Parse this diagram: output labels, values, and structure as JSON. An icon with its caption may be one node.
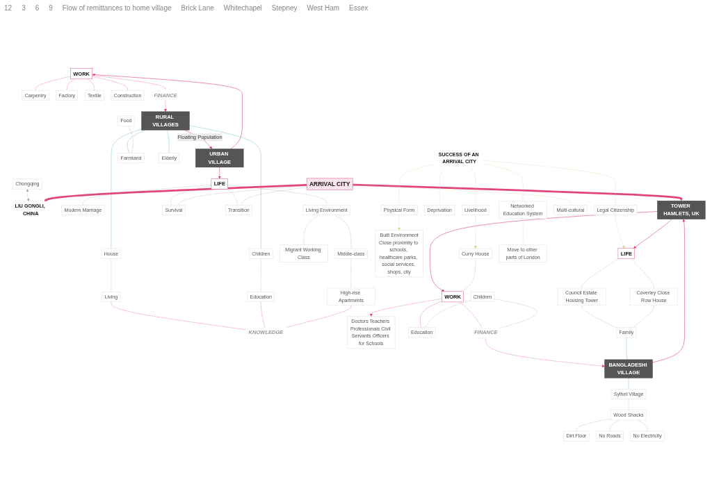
{
  "diagram": {
    "nodes": [
      {
        "text": [
          "WORK"
        ]
      },
      {
        "text": [
          "Carpentry"
        ]
      },
      {
        "text": [
          "Factory"
        ]
      },
      {
        "text": [
          "Textile"
        ]
      },
      {
        "text": [
          "Construction"
        ]
      },
      {
        "text": [
          "LIU GONGLI, CHINA"
        ]
      },
      {
        "text": [
          "Chongqing"
        ]
      },
      {
        "text": [
          "URBAN VILLAGE"
        ]
      },
      {
        "text": [
          "RURAL VILLAGES"
        ]
      },
      {
        "text": [
          "LIFE"
        ]
      },
      {
        "text": [
          "FINANCE"
        ]
      },
      {
        "text": [
          "KNOWLEDGE"
        ]
      },
      {
        "text": [
          "Food"
        ]
      },
      {
        "text": [
          "Farmland"
        ]
      },
      {
        "text": [
          "Elderly"
        ]
      },
      {
        "text": [
          "Children"
        ]
      },
      {
        "text": [
          "Education"
        ]
      },
      {
        "text": [
          "House"
        ]
      },
      {
        "text": [
          "Living"
        ]
      },
      {
        "text": [
          "Migrant Working Class"
        ]
      },
      {
        "text": [
          "Middle-class"
        ]
      },
      {
        "text": [
          "High-rise Apartments"
        ]
      },
      {
        "text": [
          "Modern Marriage"
        ]
      },
      {
        "text": [
          "Living Environment"
        ]
      },
      {
        "text": [
          "ARRIVAL CITY"
        ]
      },
      {
        "text": [
          "Survival"
        ]
      },
      {
        "text": [
          "Transition"
        ]
      },
      {
        "text": [
          "SUCCESS OF AN ARRIVAL CITY"
        ]
      },
      {
        "text": [
          "Physical Form"
        ]
      },
      {
        "text": [
          "Legal Citizenship"
        ]
      },
      {
        "text": [
          "Livelihood"
        ]
      },
      {
        "text": [
          "Deprivation"
        ]
      },
      {
        "text": [
          "Networked Education System"
        ]
      },
      {
        "text": [
          "Built Environment",
          "Close proximity to schools, healthcare parks, social services, shops, city"
        ]
      },
      {
        "text": [
          "Council Estate Housing Tower"
        ]
      },
      {
        "text": [
          "Coverley Close Row House"
        ]
      },
      {
        "text": [
          "LIFE"
        ]
      },
      {
        "text": [
          "WORK"
        ]
      },
      {
        "text": [
          "TOWER HAMLETS, UK"
        ]
      },
      {
        "text": [
          "Multi-cultural"
        ]
      },
      {
        "text": [
          "Curry House"
        ]
      },
      {
        "text": [
          "Doctors Teachers Professionals Civil Servants Officers for Schools"
        ]
      },
      {
        "text": [
          "Move to other parts of London"
        ]
      },
      {
        "text": [
          "Education"
        ]
      },
      {
        "text": [
          "FINANCE"
        ]
      },
      {
        "text": [
          "Family"
        ]
      },
      {
        "text": [
          "Children"
        ]
      },
      {
        "text": [
          "BANGLADESHI VILLAGE"
        ]
      },
      {
        "text": [
          "Dirt Floor"
        ]
      },
      {
        "text": [
          "No Roads"
        ]
      },
      {
        "text": [
          "No Electricity"
        ]
      },
      {
        "text": [
          "Wood Shacks"
        ]
      },
      {
        "text": [
          "Sylhet Village"
        ]
      }
    ],
    "edges": [
      {
        "from": 0,
        "to": 1,
        "arrow": "none",
        "style": "dashed",
        "color": "#e0457b"
      },
      {
        "from": 0,
        "to": 2,
        "arrow": "none",
        "style": "dashed",
        "color": "#e0457b"
      },
      {
        "from": 0,
        "to": 3,
        "arrow": "none",
        "style": "dashed",
        "color": "#e0457b"
      },
      {
        "from": 0,
        "to": 4,
        "arrow": "none",
        "style": "dashed",
        "color": "#e0457b"
      },
      {
        "from": 6,
        "to": 5,
        "arrow": "both",
        "style": "dashed",
        "color": "#aaaaaa"
      },
      {
        "from": 7,
        "to": 0,
        "arrow": "to",
        "color": "#e0457b"
      },
      {
        "from": 7,
        "to": 9,
        "arrow": "to",
        "color": "#e0457b"
      },
      {
        "from": 8,
        "to": 7,
        "arrow": "to",
        "label": "Floating Population",
        "color": "#e0457b"
      },
      {
        "from": 0,
        "to": 10,
        "arrow": "none",
        "style": "dashed",
        "color": "#e0457b"
      },
      {
        "from": 10,
        "to": 8,
        "arrow": "to",
        "style": "dashed",
        "color": "#e0457b"
      },
      {
        "from": 8,
        "to": 13,
        "arrow": "none",
        "color": "#8fd0c8"
      },
      {
        "from": 8,
        "to": 14,
        "arrow": "none",
        "color": "#8fd0c8"
      },
      {
        "from": 8,
        "to": 15,
        "arrow": "none",
        "color": "#8fd0c8"
      },
      {
        "from": 8,
        "to": 17,
        "arrow": "none",
        "color": "#8fd0c8"
      },
      {
        "from": 12,
        "to": 13,
        "arrow": "none",
        "style": "dashed",
        "color": "#aaaaaa"
      },
      {
        "from": 15,
        "to": 16,
        "arrow": "none",
        "style": "dashed",
        "color": "#aaaaaa"
      },
      {
        "from": 17,
        "to": 18,
        "arrow": "none",
        "style": "dashed",
        "color": "#aaaaaa"
      },
      {
        "from": 18,
        "to": 11,
        "arrow": "none",
        "style": "dashed",
        "color": "#e0457b"
      },
      {
        "from": 16,
        "to": 11,
        "arrow": "none",
        "style": "dashed",
        "color": "#e0457b"
      },
      {
        "from": 9,
        "to": 22,
        "arrow": "none",
        "style": "dashed",
        "color": "#aaaaaa"
      },
      {
        "from": 9,
        "to": 23,
        "arrow": "none",
        "style": "dashed",
        "color": "#aaaaaa"
      },
      {
        "from": 23,
        "to": 19,
        "arrow": "none",
        "style": "dashed",
        "color": "#aaaaaa"
      },
      {
        "from": 23,
        "to": 20,
        "arrow": "none",
        "style": "dashed",
        "color": "#aaaaaa"
      },
      {
        "from": 20,
        "to": 21,
        "arrow": "none",
        "style": "dashed",
        "color": "#aaaaaa"
      },
      {
        "from": 21,
        "to": 11,
        "arrow": "none",
        "style": "dashed",
        "color": "#e0457b"
      },
      {
        "from": 9,
        "to": 25,
        "arrow": "none",
        "style": "dashed",
        "color": "#aaaaaa"
      },
      {
        "from": 9,
        "to": 26,
        "arrow": "none",
        "style": "dashed",
        "color": "#aaaaaa"
      },
      {
        "from": 24,
        "to": 25,
        "arrow": "none",
        "style": "dashed",
        "color": "#aaaaaa"
      },
      {
        "from": 24,
        "to": 26,
        "arrow": "none",
        "style": "dashed",
        "color": "#aaaaaa"
      },
      {
        "from": 24,
        "to": 5,
        "arrow": "to",
        "style": "thick",
        "color": "#e0457b"
      },
      {
        "from": 24,
        "to": 38,
        "arrow": "to",
        "style": "thick",
        "color": "#e0457b"
      },
      {
        "from": 24,
        "to": 39,
        "arrow": "none",
        "style": "dashed",
        "color": "#d7d39a"
      },
      {
        "from": 27,
        "to": 28,
        "arrow": "none",
        "style": "dashed",
        "color": "#d7d39a"
      },
      {
        "from": 27,
        "to": 29,
        "arrow": "none",
        "style": "dashed",
        "color": "#d7d39a"
      },
      {
        "from": 27,
        "to": 30,
        "arrow": "none",
        "style": "dashed",
        "color": "#d7d39a"
      },
      {
        "from": 27,
        "to": 31,
        "arrow": "none",
        "style": "dashed",
        "color": "#d7d39a"
      },
      {
        "from": 27,
        "to": 32,
        "arrow": "none",
        "style": "dashed",
        "color": "#d7d39a"
      },
      {
        "from": 28,
        "to": 33,
        "arrow": "to",
        "style": "dashed",
        "color": "#d7d39a"
      },
      {
        "from": 29,
        "to": 36,
        "arrow": "to",
        "style": "dashed",
        "color": "#d7d39a"
      },
      {
        "from": 30,
        "to": 40,
        "arrow": "to",
        "style": "dashed",
        "color": "#d7d39a"
      },
      {
        "from": 32,
        "to": 42,
        "arrow": "none",
        "style": "dashed",
        "color": "#d7d39a"
      },
      {
        "from": 38,
        "to": 36,
        "arrow": "to",
        "color": "#e0457b"
      },
      {
        "from": 38,
        "to": 37,
        "arrow": "to",
        "color": "#e0457b"
      },
      {
        "from": 47,
        "to": 38,
        "arrow": "to",
        "color": "#e0457b"
      },
      {
        "from": 36,
        "to": 34,
        "arrow": "none",
        "style": "dashed",
        "color": "#aaaaaa"
      },
      {
        "from": 36,
        "to": 35,
        "arrow": "none",
        "style": "dashed",
        "color": "#aaaaaa"
      },
      {
        "from": 34,
        "to": 45,
        "arrow": "none",
        "style": "dashed",
        "color": "#aaaaaa"
      },
      {
        "from": 35,
        "to": 45,
        "arrow": "none",
        "style": "dashed",
        "color": "#aaaaaa"
      },
      {
        "from": 40,
        "to": 37,
        "arrow": "none",
        "style": "dashed",
        "color": "#aaaaaa"
      },
      {
        "from": 37,
        "to": 41,
        "arrow": "to",
        "style": "dashed",
        "color": "#e0457b"
      },
      {
        "from": 37,
        "to": 43,
        "arrow": "none",
        "style": "dashed",
        "color": "#e0457b"
      },
      {
        "from": 37,
        "to": 44,
        "arrow": "none",
        "style": "dashed",
        "color": "#e0457b"
      },
      {
        "from": 44,
        "to": 47,
        "arrow": "to",
        "style": "dashed",
        "color": "#e0457b"
      },
      {
        "from": 46,
        "to": 43,
        "arrow": "none",
        "style": "dashed",
        "color": "#aaaaaa"
      },
      {
        "from": 46,
        "to": 44,
        "arrow": "none",
        "style": "dashed",
        "color": "#aaaaaa"
      },
      {
        "from": 45,
        "to": 47,
        "arrow": "none",
        "color": "#8fd0c8"
      },
      {
        "from": 47,
        "to": 52,
        "arrow": "none",
        "color": "#8fd0c8"
      },
      {
        "from": 52,
        "to": 51,
        "arrow": "none",
        "style": "dashed",
        "color": "#aaaaaa"
      },
      {
        "from": 51,
        "to": 48,
        "arrow": "none",
        "style": "dashed",
        "color": "#aaaaaa"
      },
      {
        "from": 51,
        "to": 49,
        "arrow": "none",
        "style": "dashed",
        "color": "#aaaaaa"
      },
      {
        "from": 51,
        "to": 50,
        "arrow": "none",
        "style": "dashed",
        "color": "#aaaaaa"
      }
    ],
    "labels": [
      "12",
      "3",
      "6",
      "9",
      "Flow of remittances to home village",
      "Brick Lane",
      "Whitechapel",
      "Stepney",
      "West Ham",
      "Essex"
    ]
  }
}
